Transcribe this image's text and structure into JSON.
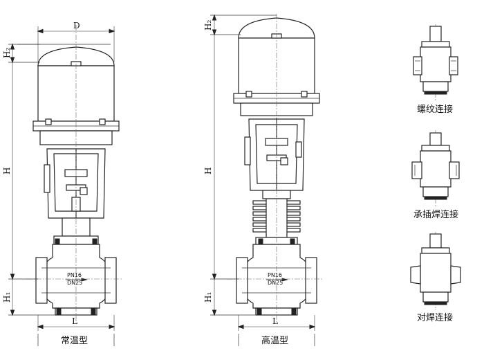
{
  "dimensions": {
    "d": "D",
    "h": "H",
    "h1": "H₁",
    "h2": "H₂",
    "l": "L"
  },
  "valve_plate": {
    "pn": "PN16",
    "dn": "DN25"
  },
  "views": {
    "normal_temp": "常温型",
    "high_temp": "高温型"
  },
  "connections": {
    "threaded": "螺纹连接",
    "socket_weld": "承插焊连接",
    "butt_weld": "对焊连接"
  }
}
